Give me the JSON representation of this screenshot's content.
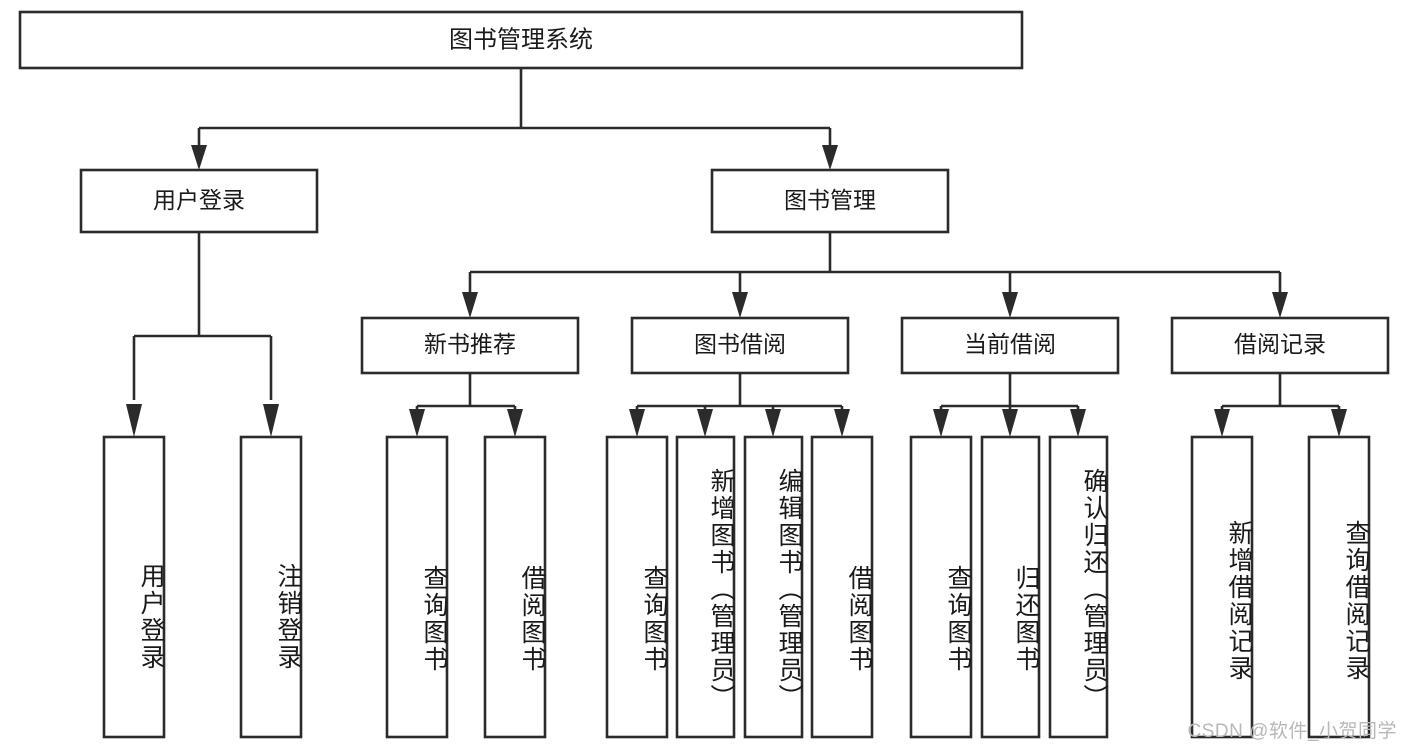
{
  "diagram": {
    "type": "tree-hierarchy-chart",
    "title": "图书管理系统",
    "root": {
      "id": "root",
      "label": "图书管理系统"
    },
    "level1": [
      {
        "id": "user-login",
        "label": "用户登录"
      },
      {
        "id": "book-management",
        "label": "图书管理"
      }
    ],
    "level2": [
      {
        "id": "new-book-recommend",
        "label": "新书推荐",
        "parent": "book-management"
      },
      {
        "id": "book-borrow",
        "label": "图书借阅",
        "parent": "book-management"
      },
      {
        "id": "current-borrow",
        "label": "当前借阅",
        "parent": "book-management"
      },
      {
        "id": "borrow-record",
        "label": "借阅记录",
        "parent": "book-management"
      }
    ],
    "leaves": [
      {
        "id": "leaf-user-login",
        "label": "用户登录",
        "parent": "user-login"
      },
      {
        "id": "leaf-logout-login",
        "label": "注销登录",
        "parent": "user-login"
      },
      {
        "id": "leaf-query-book-1",
        "label": "查询图书",
        "parent": "new-book-recommend"
      },
      {
        "id": "leaf-borrow-book-1",
        "label": "借阅图书",
        "parent": "new-book-recommend"
      },
      {
        "id": "leaf-query-book-2",
        "label": "查询图书",
        "parent": "book-borrow"
      },
      {
        "id": "leaf-add-book",
        "label": "新增图书（管理员）",
        "parent": "book-borrow"
      },
      {
        "id": "leaf-edit-book",
        "label": "编辑图书（管理员）",
        "parent": "book-borrow"
      },
      {
        "id": "leaf-borrow-book-2",
        "label": "借阅图书",
        "parent": "book-borrow"
      },
      {
        "id": "leaf-query-book-3",
        "label": "查询图书",
        "parent": "current-borrow"
      },
      {
        "id": "leaf-return-book",
        "label": "归还图书",
        "parent": "current-borrow"
      },
      {
        "id": "leaf-confirm-return",
        "label": "确认归还（管理员）",
        "parent": "current-borrow"
      },
      {
        "id": "leaf-add-record",
        "label": "新增借阅记录",
        "parent": "borrow-record"
      },
      {
        "id": "leaf-query-record",
        "label": "查询借阅记录",
        "parent": "borrow-record"
      }
    ],
    "colors": {
      "stroke": "#2b2b2b",
      "fill": "#ffffff",
      "text": "#1a1a1a",
      "watermark": "#b8b8b8",
      "background": "#ffffff"
    }
  },
  "watermark": {
    "text": "CSDN @软件_小贺同学"
  }
}
